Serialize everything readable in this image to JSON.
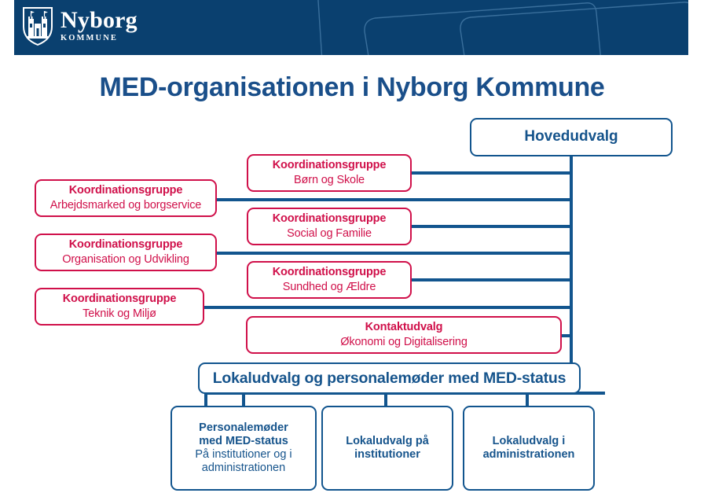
{
  "header": {
    "logo_icon": "nyborg-castle-shield-icon",
    "wordmark": "Nyborg",
    "subtext": "KOMMUNE",
    "background_color": "#0a406f"
  },
  "title": "MED-organisationen i Nyborg Kommune",
  "colors": {
    "blue": "#16548c",
    "blue_border": "#12558e",
    "red": "#d0104a",
    "title_blue": "#1a4f8a",
    "header_blue": "#0a406f"
  },
  "chart_data": {
    "type": "diagram",
    "title": "MED-organisationen i Nyborg Kommune",
    "nodes": {
      "hovedudvalg": {
        "line1": "Hovedudvalg",
        "color": "blue"
      },
      "koordination_boern": {
        "line1": "Koordinationsgruppe",
        "line2": "Børn og Skole",
        "color": "red"
      },
      "koordination_arbejdsmarked": {
        "line1": "Koordinationsgruppe",
        "line2": "Arbejdsmarked og borgservice",
        "color": "red"
      },
      "koordination_social": {
        "line1": "Koordinationsgruppe",
        "line2": "Social og Familie",
        "color": "red"
      },
      "koordination_organisation": {
        "line1": "Koordinationsgruppe",
        "line2": "Organisation og Udvikling",
        "color": "red"
      },
      "koordination_sundhed": {
        "line1": "Koordinationsgruppe",
        "line2": "Sundhed og Ældre",
        "color": "red"
      },
      "koordination_teknik": {
        "line1": "Koordinationsgruppe",
        "line2": "Teknik og Miljø",
        "color": "red"
      },
      "kontaktudvalg": {
        "line1": "Kontaktudvalg",
        "line2": "Økonomi og Digitalisering",
        "color": "red"
      },
      "lokaludvalg_banner": {
        "line1": "Lokaludvalg og personalemøder med MED-status",
        "color": "blue"
      },
      "personalemoeder": {
        "line1": "Personalemøder",
        "line2": "med MED-status",
        "line3": "På institutioner og i",
        "line4": "administrationen",
        "color": "blue"
      },
      "lokaludvalg_institutioner": {
        "line1": "Lokaludvalg på",
        "line2": "institutioner",
        "color": "blue"
      },
      "lokaludvalg_administrationen": {
        "line1": "Lokaludvalg i",
        "line2": "administrationen",
        "color": "blue"
      }
    },
    "edges": [
      {
        "from": "hovedudvalg",
        "to": "koordination_boern"
      },
      {
        "from": "hovedudvalg",
        "to": "koordination_arbejdsmarked"
      },
      {
        "from": "hovedudvalg",
        "to": "koordination_social"
      },
      {
        "from": "hovedudvalg",
        "to": "koordination_organisation"
      },
      {
        "from": "hovedudvalg",
        "to": "koordination_sundhed"
      },
      {
        "from": "hovedudvalg",
        "to": "koordination_teknik"
      },
      {
        "from": "hovedudvalg",
        "to": "kontaktudvalg"
      },
      {
        "from": "hovedudvalg",
        "to": "lokaludvalg_banner"
      },
      {
        "from": "lokaludvalg_banner",
        "to": "personalemoeder"
      },
      {
        "from": "lokaludvalg_banner",
        "to": "lokaludvalg_institutioner"
      },
      {
        "from": "lokaludvalg_banner",
        "to": "lokaludvalg_administrationen"
      }
    ]
  }
}
